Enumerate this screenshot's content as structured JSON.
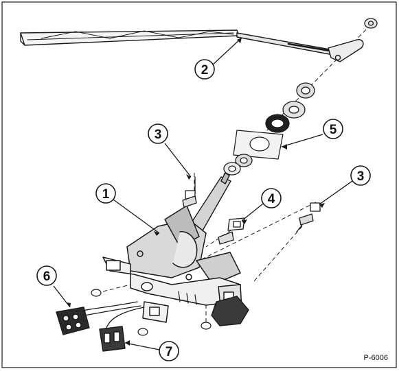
{
  "callouts": [
    {
      "id": "1",
      "label": "1"
    },
    {
      "id": "2",
      "label": "2"
    },
    {
      "id": "3a",
      "label": "3"
    },
    {
      "id": "3b",
      "label": "3"
    },
    {
      "id": "4",
      "label": "4"
    },
    {
      "id": "5",
      "label": "5"
    },
    {
      "id": "6",
      "label": "6"
    },
    {
      "id": "7",
      "label": "7"
    }
  ],
  "figure_ref": "P-6006",
  "colors": {
    "ink": "#1a1a1a",
    "paper": "#ffffff",
    "shade": "#cfcfcf"
  }
}
